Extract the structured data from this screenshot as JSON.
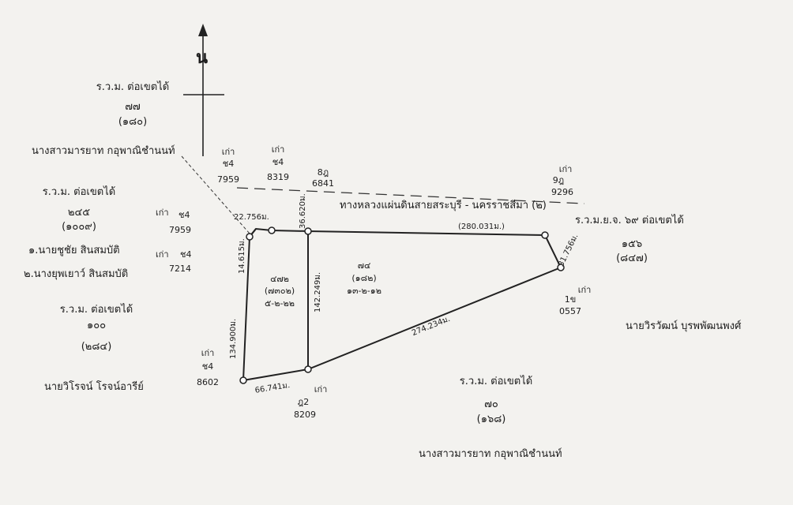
{
  "north": {
    "label": "น"
  },
  "neighbors": {
    "top_left": {
      "line1": "ร.ว.ม. ต่อเขตได้",
      "line2": "๗๗",
      "line3": "(๑๘๐)"
    },
    "top_left_owner": "นางสาวมารยาท  กอุพาณิชำนนท์",
    "left": {
      "line1": "ร.ว.ม. ต่อเขตได้",
      "line2": "๒๔๕",
      "line3": "(๑๐๐๙)"
    },
    "left_owners": [
      "๑.นายชูชัย  สินสมบัติ",
      "๒.นางยุพเยาว์  สินสมบัติ"
    ],
    "left_lower": {
      "line1": "ร.ว.ม. ต่อเขตได้",
      "line2": "๑๐๐",
      "line3": "(๒๘๔)"
    },
    "left_lower_owner": "นายวิโรจน์   โรจน์อารีย์",
    "right": {
      "line1": "ร.ว.ม.ย.จ. ๖๙ ต่อเขตได้",
      "line2": "๑๕๖",
      "line3": "(๘๔๗)"
    },
    "right_owner": "นายวิรวัฒน์   บุรพพัฒนพงศ์",
    "bottom": {
      "line1": "ร.ว.ม. ต่อเขตได้",
      "line2": "๗๐",
      "line3": "(๑๖๘)"
    },
    "bottom_owner": "นางสาวมารยาท  กอุพาณิชำนนท์"
  },
  "road": {
    "label": "ทางหลวงแผ่นดินสายสระบุรี - นครราชสีมา (๒)"
  },
  "markers": {
    "m1": {
      "a": "เก่า",
      "b": "ช4",
      "c": "7959"
    },
    "m2": {
      "a": "เก่า",
      "b": "ช4",
      "c": "8319"
    },
    "m3": {
      "a": "8ฎ",
      "b": "6841"
    },
    "m4": {
      "a": "เก่า",
      "b": "9ฎ",
      "c": "9296"
    },
    "m5": {
      "a": "เก่า",
      "b": "ช4",
      "c": "7959"
    },
    "m6": {
      "a": "เก่า",
      "b": "ช4",
      "c": "7214"
    },
    "m7": {
      "a": "เก่า",
      "b": "1ข",
      "c": "0557"
    },
    "m8": {
      "a": "เก่า",
      "b": "ช4",
      "c": "8602"
    },
    "m9": {
      "a": "เก่า",
      "b": "ฎ2",
      "c": "8209"
    }
  },
  "parcels": {
    "small": {
      "line1": "๔๗๒",
      "line2": "(๗๓๐๒)",
      "line3": "๕-๒-๒๒"
    },
    "large": {
      "line1": "๗๔",
      "line2": "(๑๘๒)",
      "line3": "๑๓-๒-๑๒"
    }
  },
  "dimensions": {
    "d1": "22.756ม.",
    "d2": "36.620ม.",
    "d3": "(280.031ม.)",
    "d4": "31.756ม.",
    "d5": "14.615ม.",
    "d6": "142.249ม.",
    "d7": "134.900ม.",
    "d8": "274.234ม.",
    "d9": "66.741ม."
  }
}
